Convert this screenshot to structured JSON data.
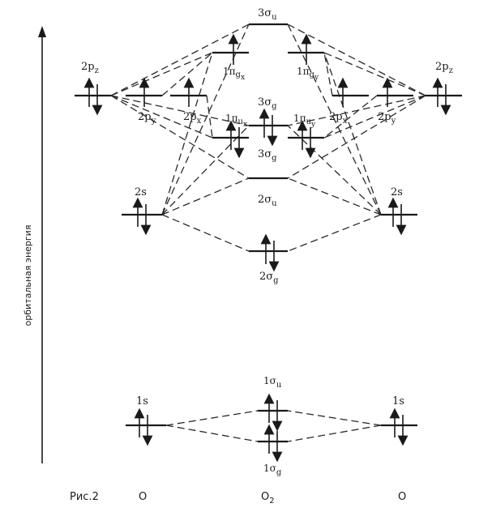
{
  "axis": {
    "label": "орбитальная энергия"
  },
  "figure": {
    "caption": "Рис.2"
  },
  "columns": {
    "left": "O",
    "center": "O",
    "center_sub": "2",
    "right": "O"
  },
  "labels": {
    "O_left_2pz": "2p",
    "O_left_2pz_sub": "z",
    "O_left_2py": "2p",
    "O_left_2py_sub": "y",
    "O_left_2px": "2p",
    "O_left_2px_sub": "x",
    "O_left_2s": "2s",
    "O_left_1s": "1s",
    "O_right_2pz": "2p",
    "O_right_2pz_sub": "z",
    "O_right_2py": "2p",
    "O_right_2py_sub": "y",
    "O_right_2px": "2p",
    "O_right_2px_sub": "x",
    "O_right_2s": "2s",
    "O_right_1s": "1s",
    "mo_3su": "3σ",
    "mo_3su_sub": "u",
    "mo_1pgx": "1π",
    "mo_1pgx_sub": "g",
    "mo_1pgx_subsub": "x",
    "mo_1pgy": "1π",
    "mo_1pgy_sub": "g",
    "mo_1pgy_subsub": "y",
    "mo_3sg_top": "3σ",
    "mo_3sg_top_sub": "g",
    "mo_1pux": "1π",
    "mo_1pux_sub": "u",
    "mo_1pux_subsub": "x",
    "mo_1puy": "1π",
    "mo_1puy_sub": "u",
    "mo_1puy_subsub": "y",
    "mo_3sg": "3σ",
    "mo_3sg_sub": "g",
    "mo_2su": "2σ",
    "mo_2su_sub": "u",
    "mo_2sg": "2σ",
    "mo_2sg_sub": "g",
    "mo_1su": "1σ",
    "mo_1su_sub": "u",
    "mo_1sg": "1σ",
    "mo_1sg_sub": "g"
  }
}
